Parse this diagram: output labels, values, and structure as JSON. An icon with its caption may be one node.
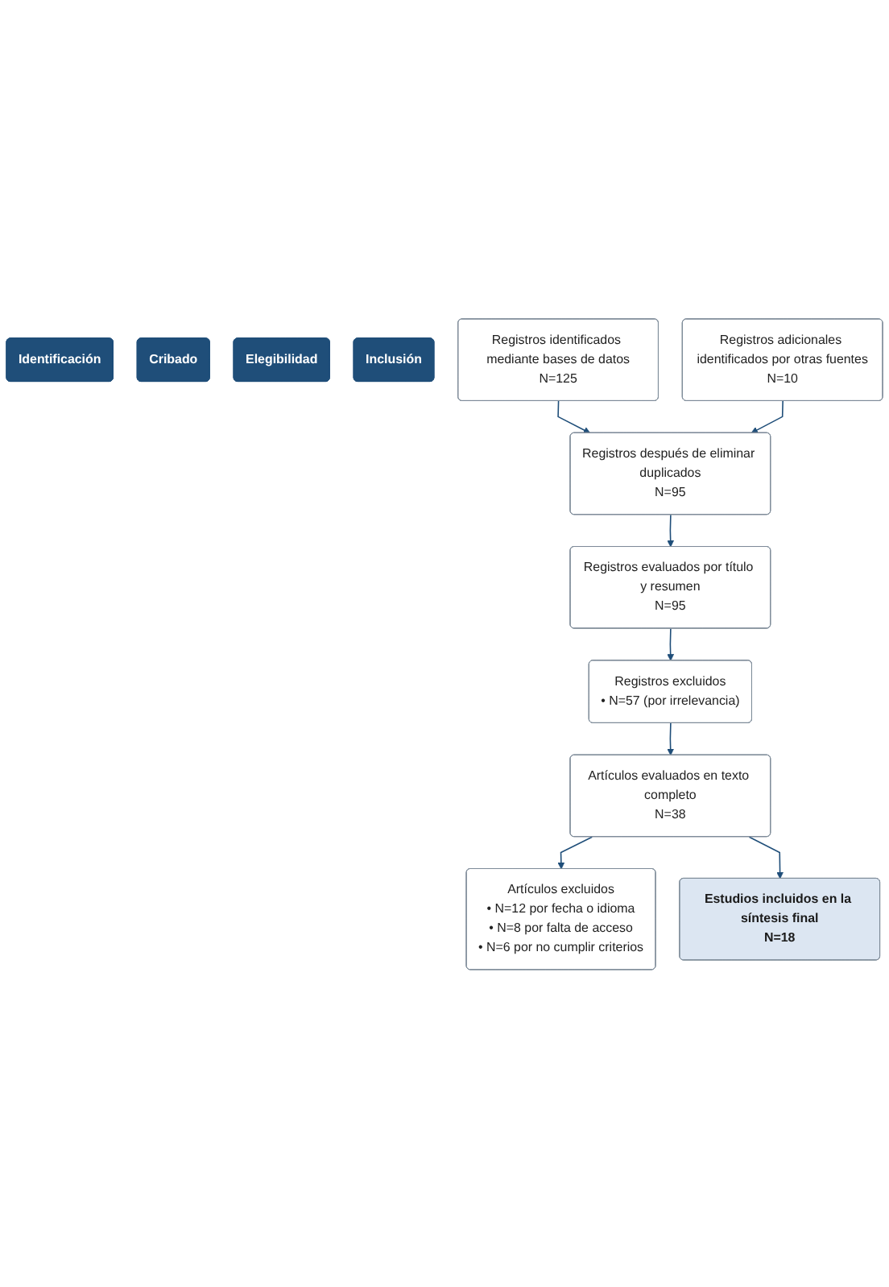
{
  "diagram": {
    "nodes": [
      {
        "text": [
          "Identificación"
        ]
      },
      {
        "text": [
          "Cribado"
        ]
      },
      {
        "text": [
          "Elegibilidad"
        ]
      },
      {
        "text": [
          "Inclusión"
        ]
      },
      {
        "text": [
          "Registros identificados mediante bases de datos",
          "N=125"
        ]
      },
      {
        "text": [
          "Registros adicionales identificados por otras fuentes",
          "N=10"
        ]
      },
      {
        "text": [
          "Registros después de eliminar duplicados",
          "N=95"
        ]
      },
      {
        "text": [
          "Registros evaluados por título y resumen",
          "N=95"
        ]
      },
      {
        "text": [
          "Registros excluidos",
          "• N=57 (por irrelevancia)"
        ]
      },
      {
        "text": [
          "Artículos evaluados en texto completo",
          "N=38"
        ]
      },
      {
        "text": [
          "Artículos excluidos",
          "• N=12 por fecha o idioma",
          "• N=8 por falta de acceso",
          "• N=6 por no cumplir criterios"
        ]
      },
      {
        "text": [
          "Estudios incluidos en la síntesis final",
          "N=18"
        ]
      }
    ],
    "edges": [
      {
        "from": 4,
        "to": 6,
        "arrow": "to"
      },
      {
        "from": 5,
        "to": 6,
        "arrow": "to"
      },
      {
        "from": 6,
        "to": 7,
        "arrow": "to"
      },
      {
        "from": 7,
        "to": 8,
        "arrow": "to"
      },
      {
        "from": 8,
        "to": 9,
        "arrow": "to"
      },
      {
        "from": 9,
        "to": 10,
        "arrow": "to"
      },
      {
        "from": 9,
        "to": 11,
        "arrow": "to"
      }
    ]
  }
}
